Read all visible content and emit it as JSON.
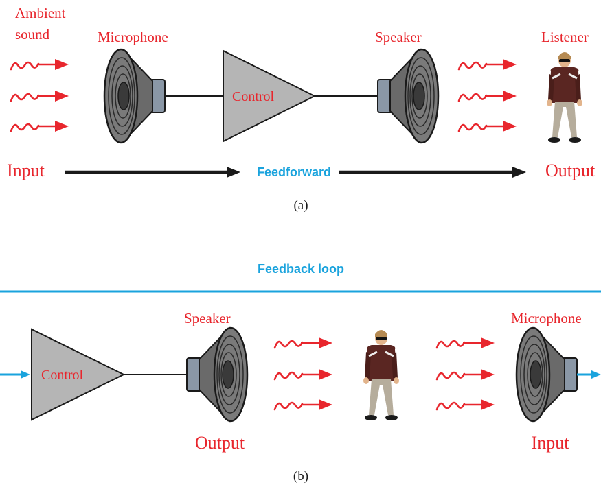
{
  "panel_a": {
    "ambient_line1": "Ambient",
    "ambient_line2": "sound",
    "microphone": "Microphone",
    "control": "Control",
    "speaker": "Speaker",
    "listener": "Listener",
    "input": "Input",
    "feedforward": "Feedforward",
    "output": "Output",
    "caption": "(a)"
  },
  "panel_b": {
    "feedback_loop": "Feedback loop",
    "control": "Control",
    "speaker": "Speaker",
    "microphone": "Microphone",
    "output": "Output",
    "input": "Input",
    "caption": "(b)"
  },
  "colors": {
    "label_red": "#e8262d",
    "wave_red": "#e8262d",
    "flow_blue": "#1aa3dd",
    "amplifier_gray": "#b5b5b5",
    "arrow_black": "#1a1a1a"
  },
  "icons": {
    "speaker": "loudspeaker-icon",
    "microphone": "loudspeaker-icon",
    "wave": "sound-wave-icon",
    "person": "listener-person-icon"
  }
}
